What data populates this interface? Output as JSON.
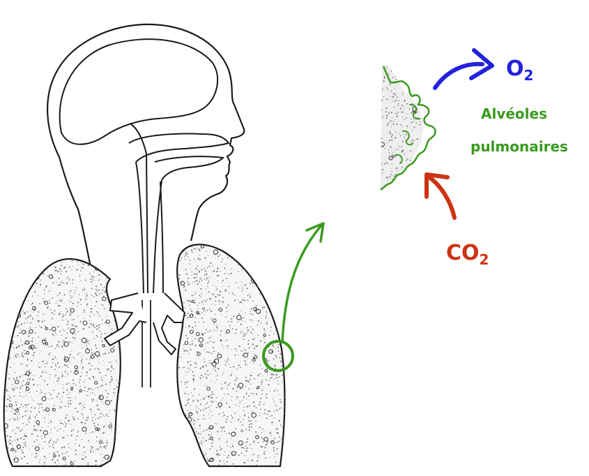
{
  "labels": {
    "o2_main": "O",
    "o2_sub": "2",
    "alveoles_line1": "Alvéoles",
    "alveoles_line2": "pulmonaires",
    "co2_main": "CO",
    "co2_sub": "2"
  },
  "colors": {
    "outline": "#1a1a1a",
    "stipple": "#6e6e6e",
    "lung_fill": "#f6f6f6",
    "green": "#3a9a1e",
    "blue": "#2222dd",
    "red": "#cc3311",
    "background": "#ffffff"
  }
}
